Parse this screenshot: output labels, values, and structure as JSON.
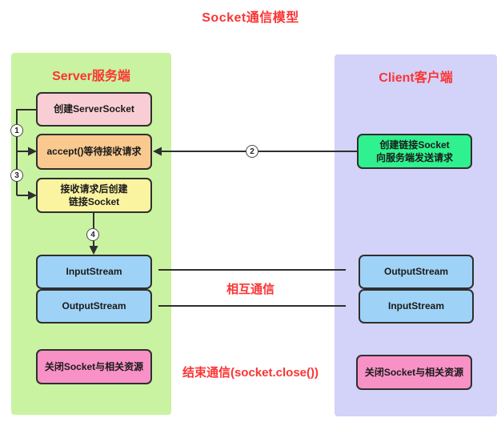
{
  "title": "Socket通信模型",
  "colors": {
    "accent_red": "#fb3434",
    "line": "#2f2f2f",
    "panel_server": "#c9f3a1",
    "panel_client": "#d3d2f8"
  },
  "server": {
    "header": "Server服务端",
    "boxes": [
      {
        "name": "create-serversocket",
        "fill": "#f8ced4",
        "lines": [
          "创建ServerSocket"
        ]
      },
      {
        "name": "accept-wait-request",
        "fill": "#f9c98f",
        "lines": [
          "accept()等待接收请求"
        ]
      },
      {
        "name": "create-link-socket",
        "fill": "#faf4a1",
        "lines": [
          "接收请求后创建",
          "链接Socket"
        ]
      },
      {
        "name": "input-stream",
        "fill": "#9fd2f7",
        "lines": [
          "InputStream"
        ]
      },
      {
        "name": "output-stream",
        "fill": "#9fd2f7",
        "lines": [
          "OutputStream"
        ]
      },
      {
        "name": "close-socket",
        "fill": "#f892c6",
        "lines": [
          "关闭Socket与相关资源"
        ]
      }
    ]
  },
  "client": {
    "header": "Client客户端",
    "boxes": [
      {
        "name": "create-socket-send-request",
        "fill": "#2ff18f",
        "lines": [
          "创建链接Socket",
          "向服务端发送请求"
        ]
      },
      {
        "name": "output-stream",
        "fill": "#9fd2f7",
        "lines": [
          "OutputStream"
        ]
      },
      {
        "name": "input-stream",
        "fill": "#9fd2f7",
        "lines": [
          "InputStream"
        ]
      },
      {
        "name": "close-socket",
        "fill": "#f892c6",
        "lines": [
          "关闭Socket与相关资源"
        ]
      }
    ]
  },
  "steps": [
    {
      "num": "1"
    },
    {
      "num": "2"
    },
    {
      "num": "3"
    },
    {
      "num": "4"
    }
  ],
  "annotations": {
    "mutual": "相互通信",
    "close": "结束通信(socket.close())"
  }
}
